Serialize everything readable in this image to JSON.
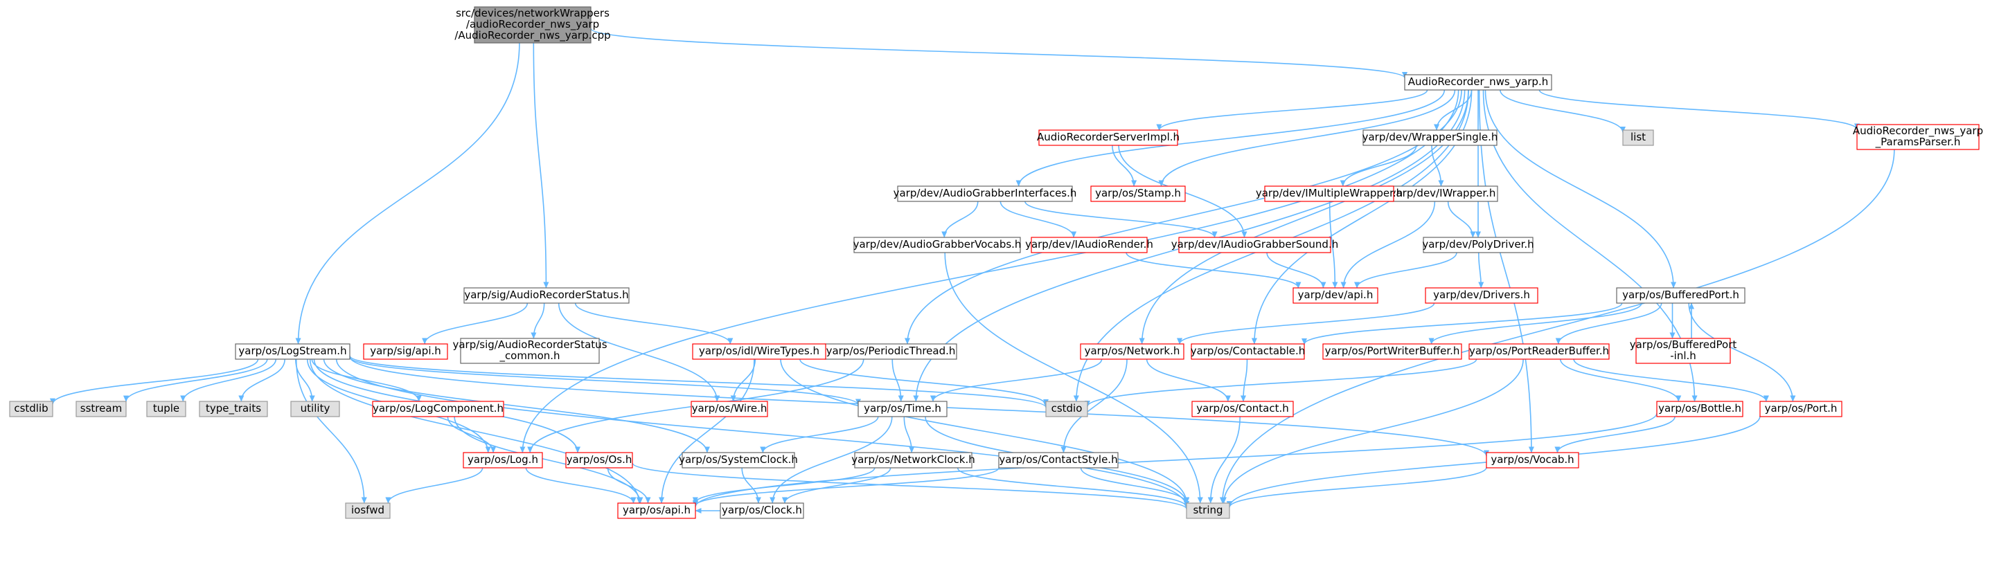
{
  "colors": {
    "edge": "#63b8ff",
    "root_fill": "#999999",
    "root_stroke": "#666666",
    "box_fill": "#ffffff",
    "box_stroke": "#666666",
    "red_stroke": "#ff0000",
    "system_fill": "#e0e0e0",
    "system_stroke": "#999999"
  },
  "nodes": [
    {
      "id": "root",
      "kind": "root",
      "lines": [
        "src/devices/networkWrappers",
        "/audioRecorder_nws_yarp",
        "/AudioRecorder_nws_yarp.cpp"
      ]
    },
    {
      "id": "hdr",
      "kind": "normal",
      "lines": [
        "AudioRecorder_nws_yarp.h"
      ]
    },
    {
      "id": "logstream",
      "kind": "normal",
      "lines": [
        "yarp/os/LogStream.h"
      ]
    },
    {
      "id": "arstatus",
      "kind": "normal",
      "lines": [
        "yarp/sig/AudioRecorderStatus.h"
      ]
    },
    {
      "id": "wrapsingle",
      "kind": "normal",
      "lines": [
        "yarp/dev/WrapperSingle.h"
      ]
    },
    {
      "id": "iwrapper",
      "kind": "normal",
      "lines": [
        "yarp/dev/IWrapper.h"
      ]
    },
    {
      "id": "polydriver",
      "kind": "normal",
      "lines": [
        "yarp/dev/PolyDriver.h"
      ]
    },
    {
      "id": "agi",
      "kind": "normal",
      "lines": [
        "yarp/dev/AudioGrabberInterfaces.h"
      ]
    },
    {
      "id": "agvocabs",
      "kind": "normal",
      "lines": [
        "yarp/dev/AudioGrabberVocabs.h"
      ]
    },
    {
      "id": "bufport",
      "kind": "normal",
      "lines": [
        "yarp/os/BufferedPort.h"
      ]
    },
    {
      "id": "periodic",
      "kind": "normal",
      "lines": [
        "yarp/os/PeriodicThread.h"
      ]
    },
    {
      "id": "time",
      "kind": "normal",
      "lines": [
        "yarp/os/Time.h"
      ]
    },
    {
      "id": "sysclock",
      "kind": "normal",
      "lines": [
        "yarp/os/SystemClock.h"
      ]
    },
    {
      "id": "netclock",
      "kind": "normal",
      "lines": [
        "yarp/os/NetworkClock.h"
      ]
    },
    {
      "id": "clock",
      "kind": "normal",
      "lines": [
        "yarp/os/Clock.h"
      ]
    },
    {
      "id": "contactstyle",
      "kind": "normal",
      "lines": [
        "yarp/os/ContactStyle.h"
      ]
    },
    {
      "id": "arstatuscommon",
      "kind": "normal",
      "lines": [
        "yarp/sig/AudioRecorderStatus",
        "_common.h"
      ]
    },
    {
      "id": "serverimpl",
      "kind": "red",
      "lines": [
        "AudioRecorderServerImpl.h"
      ]
    },
    {
      "id": "paramsparser",
      "kind": "red",
      "lines": [
        "AudioRecorder_nws_yarp",
        "_ParamsParser.h"
      ]
    },
    {
      "id": "stamp",
      "kind": "red",
      "lines": [
        "yarp/os/Stamp.h"
      ]
    },
    {
      "id": "imultiple",
      "kind": "red",
      "lines": [
        "yarp/dev/IMultipleWrapper.h"
      ]
    },
    {
      "id": "iaudiorender",
      "kind": "red",
      "lines": [
        "yarp/dev/IAudioRender.h"
      ]
    },
    {
      "id": "iagsound",
      "kind": "red",
      "lines": [
        "yarp/dev/IAudioGrabberSound.h"
      ]
    },
    {
      "id": "devapi",
      "kind": "red",
      "lines": [
        "yarp/dev/api.h"
      ]
    },
    {
      "id": "drivers",
      "kind": "red",
      "lines": [
        "yarp/dev/Drivers.h"
      ]
    },
    {
      "id": "sigapi",
      "kind": "red",
      "lines": [
        "yarp/sig/api.h"
      ]
    },
    {
      "id": "wiretypes",
      "kind": "red",
      "lines": [
        "yarp/os/idl/WireTypes.h"
      ]
    },
    {
      "id": "network",
      "kind": "red",
      "lines": [
        "yarp/os/Network.h"
      ]
    },
    {
      "id": "contactable",
      "kind": "red",
      "lines": [
        "yarp/os/Contactable.h"
      ]
    },
    {
      "id": "portwriter",
      "kind": "red",
      "lines": [
        "yarp/os/PortWriterBuffer.h"
      ]
    },
    {
      "id": "portreader",
      "kind": "red",
      "lines": [
        "yarp/os/PortReaderBuffer.h"
      ]
    },
    {
      "id": "bufportinl",
      "kind": "red",
      "lines": [
        "yarp/os/BufferedPort",
        "-inl.h"
      ]
    },
    {
      "id": "logcomp",
      "kind": "red",
      "lines": [
        "yarp/os/LogComponent.h"
      ]
    },
    {
      "id": "wire",
      "kind": "red",
      "lines": [
        "yarp/os/Wire.h"
      ]
    },
    {
      "id": "contact",
      "kind": "red",
      "lines": [
        "yarp/os/Contact.h"
      ]
    },
    {
      "id": "bottle",
      "kind": "red",
      "lines": [
        "yarp/os/Bottle.h"
      ]
    },
    {
      "id": "port",
      "kind": "red",
      "lines": [
        "yarp/os/Port.h"
      ]
    },
    {
      "id": "log",
      "kind": "red",
      "lines": [
        "yarp/os/Log.h"
      ]
    },
    {
      "id": "os",
      "kind": "red",
      "lines": [
        "yarp/os/Os.h"
      ]
    },
    {
      "id": "vocab",
      "kind": "red",
      "lines": [
        "yarp/os/Vocab.h"
      ]
    },
    {
      "id": "osapi",
      "kind": "red",
      "lines": [
        "yarp/os/api.h"
      ]
    },
    {
      "id": "list",
      "kind": "system",
      "lines": [
        "list"
      ]
    },
    {
      "id": "cstdlib",
      "kind": "system",
      "lines": [
        "cstdlib"
      ]
    },
    {
      "id": "sstream",
      "kind": "system",
      "lines": [
        "sstream"
      ]
    },
    {
      "id": "tuple",
      "kind": "system",
      "lines": [
        "tuple"
      ]
    },
    {
      "id": "typetraits",
      "kind": "system",
      "lines": [
        "type_traits"
      ]
    },
    {
      "id": "utility",
      "kind": "system",
      "lines": [
        "utility"
      ]
    },
    {
      "id": "cstdio",
      "kind": "system",
      "lines": [
        "cstdio"
      ]
    },
    {
      "id": "iosfwd",
      "kind": "system",
      "lines": [
        "iosfwd"
      ]
    },
    {
      "id": "string",
      "kind": "system",
      "lines": [
        "string"
      ]
    }
  ],
  "edges": [
    [
      "root",
      "hdr"
    ],
    [
      "root",
      "logstream"
    ],
    [
      "root",
      "arstatus"
    ],
    [
      "hdr",
      "serverimpl"
    ],
    [
      "hdr",
      "wrapsingle"
    ],
    [
      "hdr",
      "list"
    ],
    [
      "hdr",
      "paramsparser"
    ],
    [
      "hdr",
      "stamp"
    ],
    [
      "hdr",
      "agi"
    ],
    [
      "hdr",
      "polydriver"
    ],
    [
      "hdr",
      "bufport"
    ],
    [
      "hdr",
      "periodic"
    ],
    [
      "hdr",
      "time"
    ],
    [
      "hdr",
      "log"
    ],
    [
      "hdr",
      "network"
    ],
    [
      "hdr",
      "contactable"
    ],
    [
      "hdr",
      "bottle"
    ],
    [
      "hdr",
      "vocab"
    ],
    [
      "hdr",
      "cstdio"
    ],
    [
      "serverimpl",
      "stamp"
    ],
    [
      "serverimpl",
      "iagsound"
    ],
    [
      "wrapsingle",
      "imultiple"
    ],
    [
      "wrapsingle",
      "iwrapper"
    ],
    [
      "imultiple",
      "devapi"
    ],
    [
      "iwrapper",
      "devapi"
    ],
    [
      "iwrapper",
      "polydriver"
    ],
    [
      "polydriver",
      "devapi"
    ],
    [
      "polydriver",
      "drivers"
    ],
    [
      "drivers",
      "network"
    ],
    [
      "agi",
      "agvocabs"
    ],
    [
      "agi",
      "iaudiorender"
    ],
    [
      "agi",
      "iagsound"
    ],
    [
      "iaudiorender",
      "devapi"
    ],
    [
      "iagsound",
      "devapi"
    ],
    [
      "agvocabs",
      "string"
    ],
    [
      "paramsparser",
      "string"
    ],
    [
      "arstatus",
      "sigapi"
    ],
    [
      "arstatus",
      "arstatuscommon"
    ],
    [
      "arstatus",
      "wiretypes"
    ],
    [
      "arstatus",
      "wire"
    ],
    [
      "wiretypes",
      "wire"
    ],
    [
      "wiretypes",
      "cstdio"
    ],
    [
      "wiretypes",
      "string"
    ],
    [
      "wiretypes",
      "osapi"
    ],
    [
      "periodic",
      "time"
    ],
    [
      "periodic",
      "log"
    ],
    [
      "bufport",
      "contactable"
    ],
    [
      "bufport",
      "portwriter"
    ],
    [
      "bufport",
      "portreader"
    ],
    [
      "bufport",
      "bufportinl"
    ],
    [
      "bufport",
      "port"
    ],
    [
      "bufportinl",
      "bufport"
    ],
    [
      "portreader",
      "cstdio"
    ],
    [
      "portreader",
      "string"
    ],
    [
      "portreader",
      "bottle"
    ],
    [
      "portreader",
      "port"
    ],
    [
      "network",
      "time"
    ],
    [
      "network",
      "contact"
    ],
    [
      "network",
      "contactstyle"
    ],
    [
      "contactable",
      "contact"
    ],
    [
      "contact",
      "string"
    ],
    [
      "bottle",
      "vocab"
    ],
    [
      "bottle",
      "osapi"
    ],
    [
      "port",
      "string"
    ],
    [
      "logstream",
      "cstdlib"
    ],
    [
      "logstream",
      "sstream"
    ],
    [
      "logstream",
      "tuple"
    ],
    [
      "logstream",
      "typetraits"
    ],
    [
      "logstream",
      "utility"
    ],
    [
      "logstream",
      "iosfwd"
    ],
    [
      "logstream",
      "logcomp"
    ],
    [
      "logstream",
      "log"
    ],
    [
      "logstream",
      "os"
    ],
    [
      "logstream",
      "osapi"
    ],
    [
      "logstream",
      "time"
    ],
    [
      "logstream",
      "sysclock"
    ],
    [
      "logstream",
      "string"
    ],
    [
      "logstream",
      "vocab"
    ],
    [
      "logstream",
      "cstdio"
    ],
    [
      "logcomp",
      "log"
    ],
    [
      "logcomp",
      "osapi"
    ],
    [
      "log",
      "iosfwd"
    ],
    [
      "log",
      "osapi"
    ],
    [
      "os",
      "osapi"
    ],
    [
      "time",
      "sysclock"
    ],
    [
      "time",
      "netclock"
    ],
    [
      "time",
      "clock"
    ],
    [
      "time",
      "string"
    ],
    [
      "sysclock",
      "clock"
    ],
    [
      "netclock",
      "clock"
    ],
    [
      "netclock",
      "osapi"
    ],
    [
      "netclock",
      "string"
    ],
    [
      "clock",
      "osapi"
    ],
    [
      "contactstyle",
      "osapi"
    ],
    [
      "contactstyle",
      "string"
    ],
    [
      "vocab",
      "string"
    ],
    [
      "os",
      "string"
    ]
  ]
}
